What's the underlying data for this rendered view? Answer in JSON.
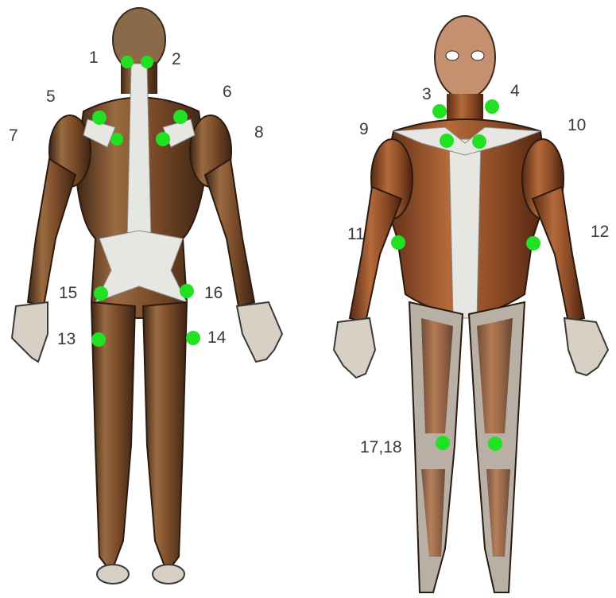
{
  "diagram": {
    "views": [
      "back-view",
      "front-view"
    ],
    "marker_color": "#22e022",
    "muscle_color": "#8a5a36",
    "muscle_dark": "#4a2a18",
    "fascia_color": "#e6e6e2",
    "labels": {
      "l1": "1",
      "l2": "2",
      "l3": "3",
      "l4": "4",
      "l5": "5",
      "l6": "6",
      "l7": "7",
      "l8": "8",
      "l9": "9",
      "l10": "10",
      "l11": "11",
      "l12": "12",
      "l13": "13",
      "l14": "14",
      "l15": "15",
      "l16": "16",
      "l17_18": "17,18"
    }
  }
}
